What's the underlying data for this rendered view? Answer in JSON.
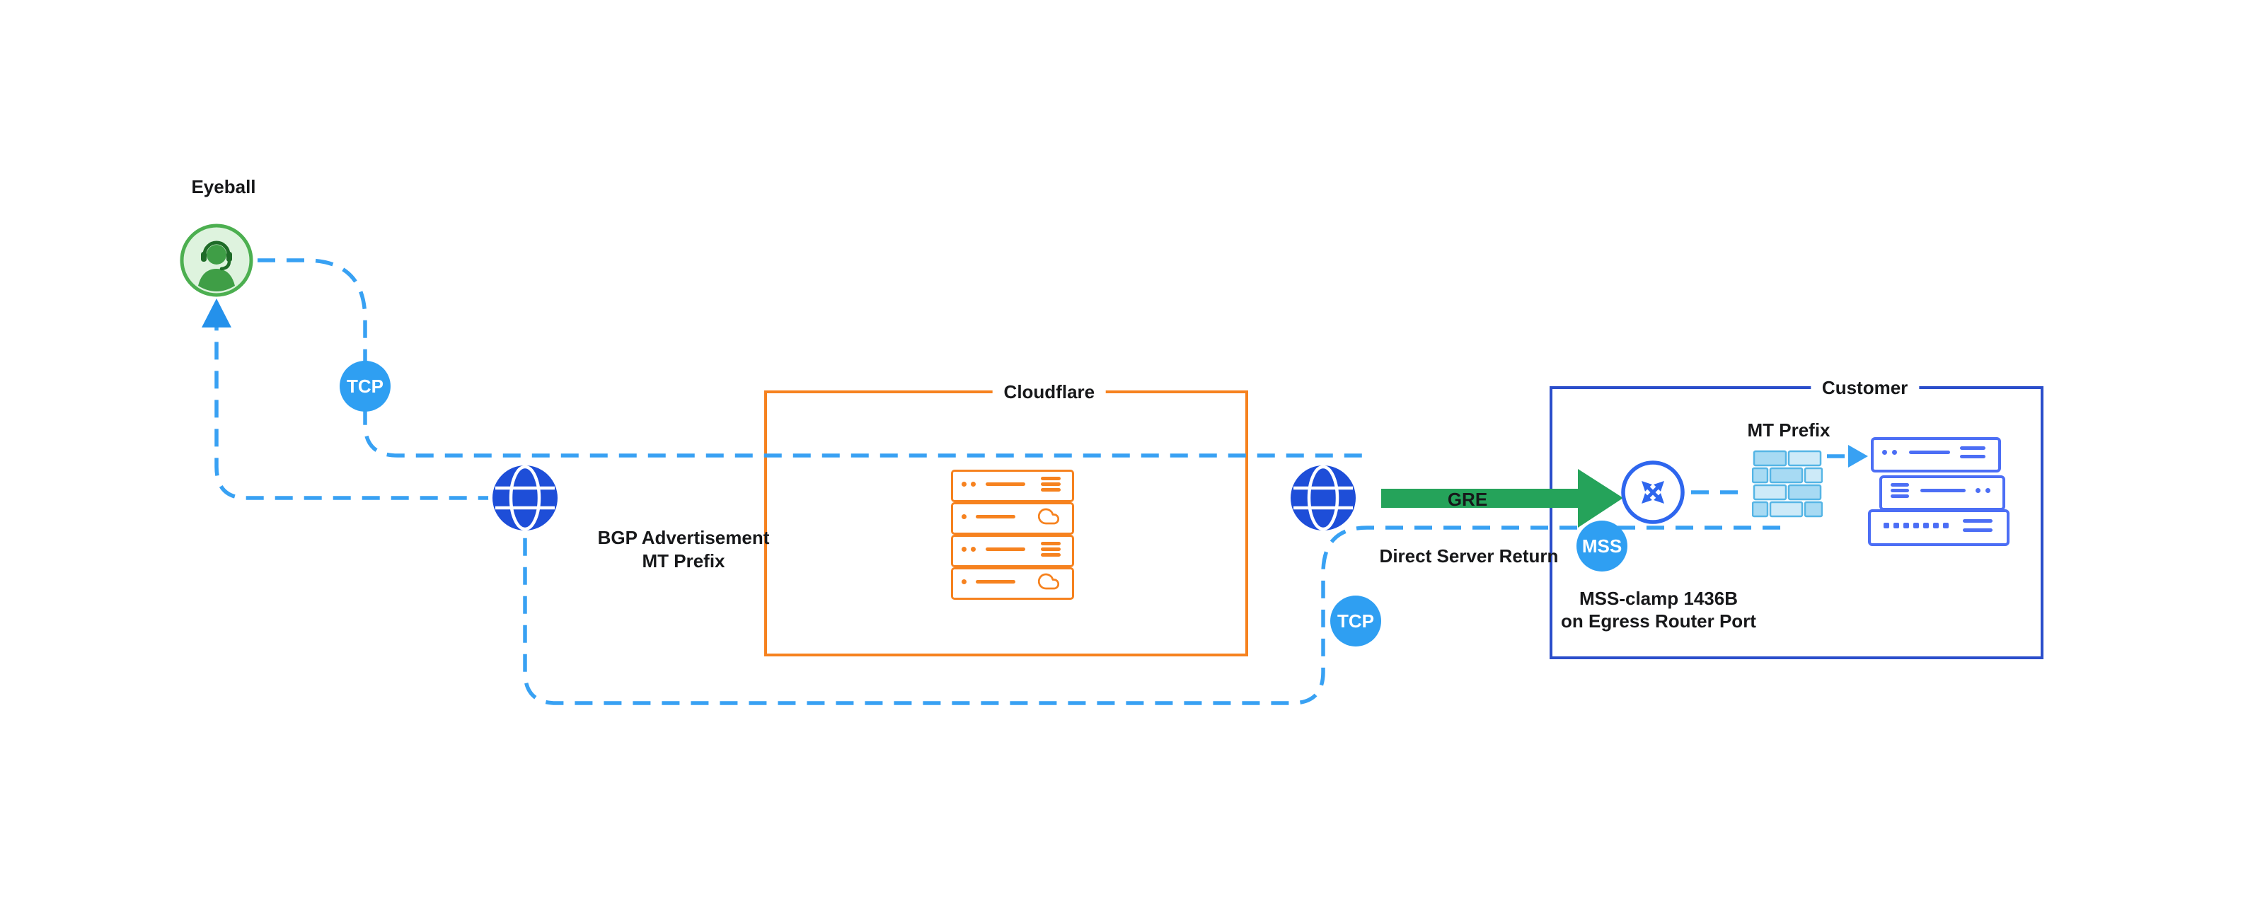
{
  "labels": {
    "eyeball": "Eyeball",
    "tcp_ingress": "TCP",
    "tcp_return": "TCP",
    "mss_badge": "MSS",
    "bgp_line1": "BGP Advertisement",
    "bgp_line2": "MT Prefix",
    "gre": "GRE",
    "direct_server_return": "Direct Server Return",
    "mss_clamp_line1": "MSS-clamp 1436B",
    "mss_clamp_line2": "on Egress Router Port",
    "customer_mt_prefix": "MT Prefix"
  },
  "boxes": {
    "cloudflare": {
      "label": "Cloudflare",
      "border_color": "#F6821F"
    },
    "customer": {
      "label": "Customer",
      "border_color": "#2B4ECB"
    }
  },
  "colors": {
    "dashed_line_blue": "#38A1F3",
    "solid_arrow_blue": "#2491EB",
    "badge_blue": "#2F9FF2",
    "globe_blue": "#1E4ED8",
    "customer_blue": "#4C6EF5",
    "router_blue": "#2E66EE",
    "firewall_light_blue": "#A7DAF3",
    "cloudflare_orange": "#F6821F",
    "eyeball_green": "#4CAF50",
    "gre_arrow_green": "#25A35A",
    "text": "#17181A"
  },
  "icons": {
    "eyeball": "headset-person-icon",
    "internet_left": "globe-icon",
    "internet_right": "globe-icon",
    "router": "router-crossed-arrows-icon",
    "firewall": "firewall-bricks-icon",
    "cloudflare_servers": "server-stack-icon",
    "customer_servers": "server-stack-icon",
    "cloud": "cloud-icon"
  }
}
